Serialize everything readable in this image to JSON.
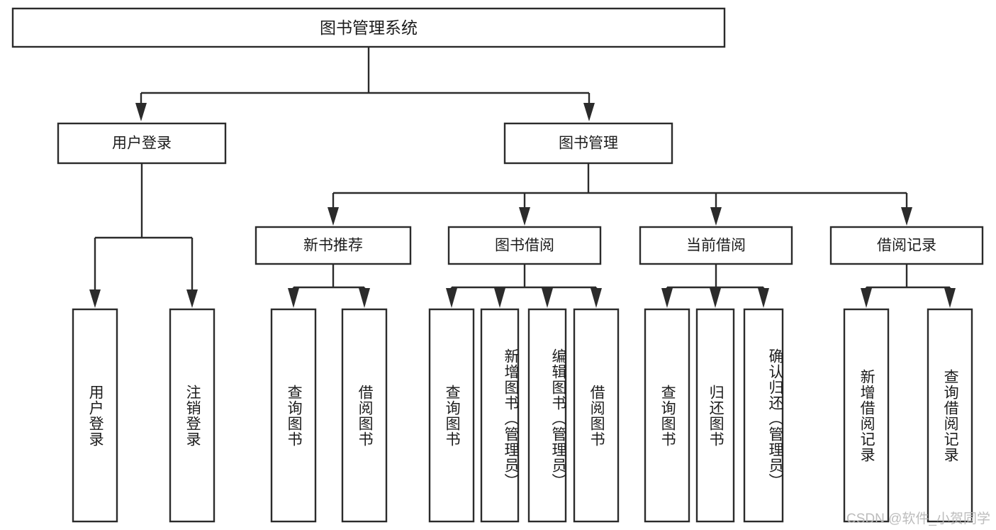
{
  "diagram": {
    "type": "tree-hierarchy",
    "title": "图书管理系统",
    "watermark": "CSDN @软件_小贺同学",
    "colors": {
      "stroke": "#2b2b2b",
      "fill": "#ffffff",
      "text": "#1c1c1c",
      "watermark": "#b9b9b9"
    },
    "root": {
      "label": "图书管理系统",
      "level": 0
    },
    "level1": [
      {
        "label": "用户登录"
      },
      {
        "label": "图书管理"
      }
    ],
    "level2": [
      {
        "label": "新书推荐"
      },
      {
        "label": "图书借阅"
      },
      {
        "label": "当前借阅"
      },
      {
        "label": "借阅记录"
      }
    ],
    "leaves": [
      {
        "label": "用户登录",
        "parent": "用户登录"
      },
      {
        "label": "注销登录",
        "parent": "用户登录"
      },
      {
        "label": "查询图书",
        "parent": "新书推荐"
      },
      {
        "label": "借阅图书",
        "parent": "新书推荐"
      },
      {
        "label": "查询图书",
        "parent": "图书借阅"
      },
      {
        "label": "新增图书（管理员）",
        "parent": "图书借阅"
      },
      {
        "label": "编辑图书（管理员）",
        "parent": "图书借阅"
      },
      {
        "label": "借阅图书",
        "parent": "图书借阅"
      },
      {
        "label": "查询图书",
        "parent": "当前借阅"
      },
      {
        "label": "归还图书",
        "parent": "当前借阅"
      },
      {
        "label": "确认归还（管理员）",
        "parent": "当前借阅"
      },
      {
        "label": "新增借阅记录",
        "parent": "借阅记录"
      },
      {
        "label": "查询借阅记录",
        "parent": "借阅记录"
      }
    ]
  }
}
